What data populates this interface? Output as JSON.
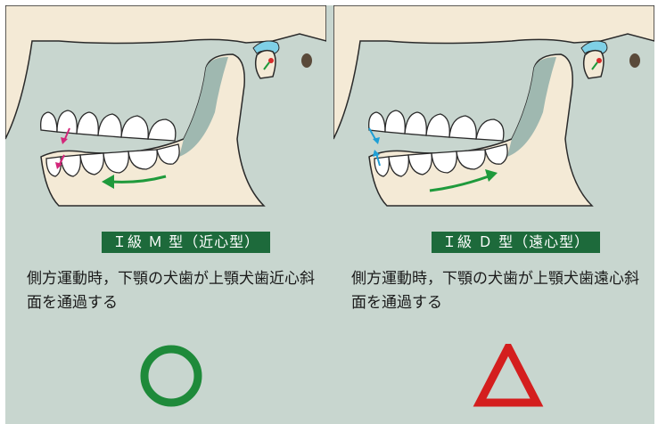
{
  "panels": [
    {
      "label": "Ｉ級 Ｍ 型（近心型）",
      "description": "側方運動時，下顎の犬歯が上顎犬歯近心斜面を通過する",
      "mark": "circle",
      "arrow_direction": "anterior"
    },
    {
      "label": "Ｉ級 Ｄ 型（遠心型）",
      "description": "側方運動時，下顎の犬歯が上顎犬歯遠心斜面を通過する",
      "mark": "triangle",
      "arrow_direction": "posterior"
    }
  ],
  "colors": {
    "background": "#c8d6cf",
    "bone": "#f4ead6",
    "outline": "#2a2a2a",
    "label_bg": "#1d6a3b",
    "movement_arrow": "#1f9a3c",
    "guidance_arrow_mesial": "#d3267a",
    "guidance_arrow_distal": "#1f9fd6",
    "disc": "#7fd0e6",
    "condyle_dot": "#d62b2b",
    "circle_mark": "#1e8a3a",
    "triangle_mark": "#d41e1e"
  }
}
